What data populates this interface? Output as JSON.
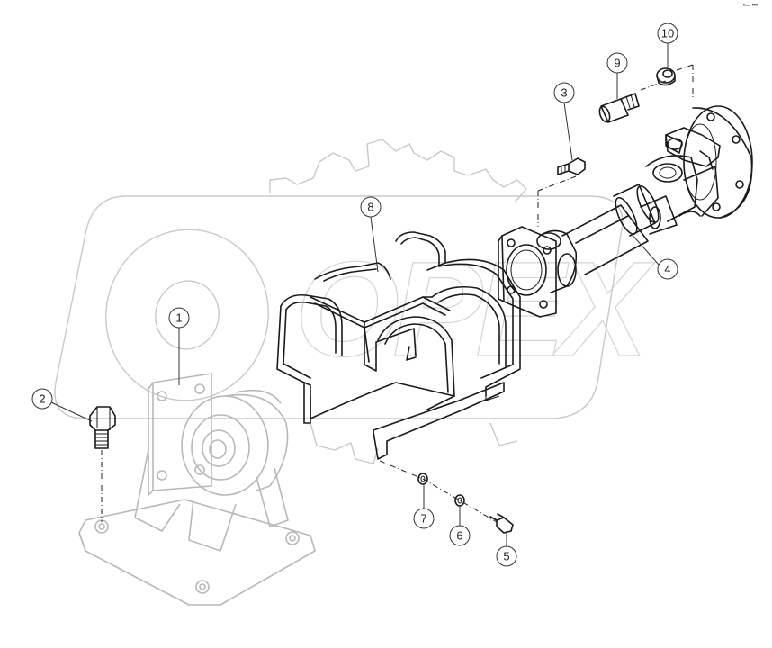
{
  "watermark": {
    "brand_text": "OPEX"
  },
  "corner_mark": "•— •••",
  "callouts": [
    {
      "id": "1",
      "label": "1"
    },
    {
      "id": "2",
      "label": "2"
    },
    {
      "id": "3",
      "label": "3"
    },
    {
      "id": "4",
      "label": "4"
    },
    {
      "id": "5",
      "label": "5"
    },
    {
      "id": "6",
      "label": "6"
    },
    {
      "id": "7",
      "label": "7"
    },
    {
      "id": "8",
      "label": "8"
    },
    {
      "id": "9",
      "label": "9"
    },
    {
      "id": "10",
      "label": "10"
    }
  ],
  "colors": {
    "line": "#1a1a1a",
    "ghost": "#b8b8b8",
    "watermark": "#c9c9c9"
  }
}
